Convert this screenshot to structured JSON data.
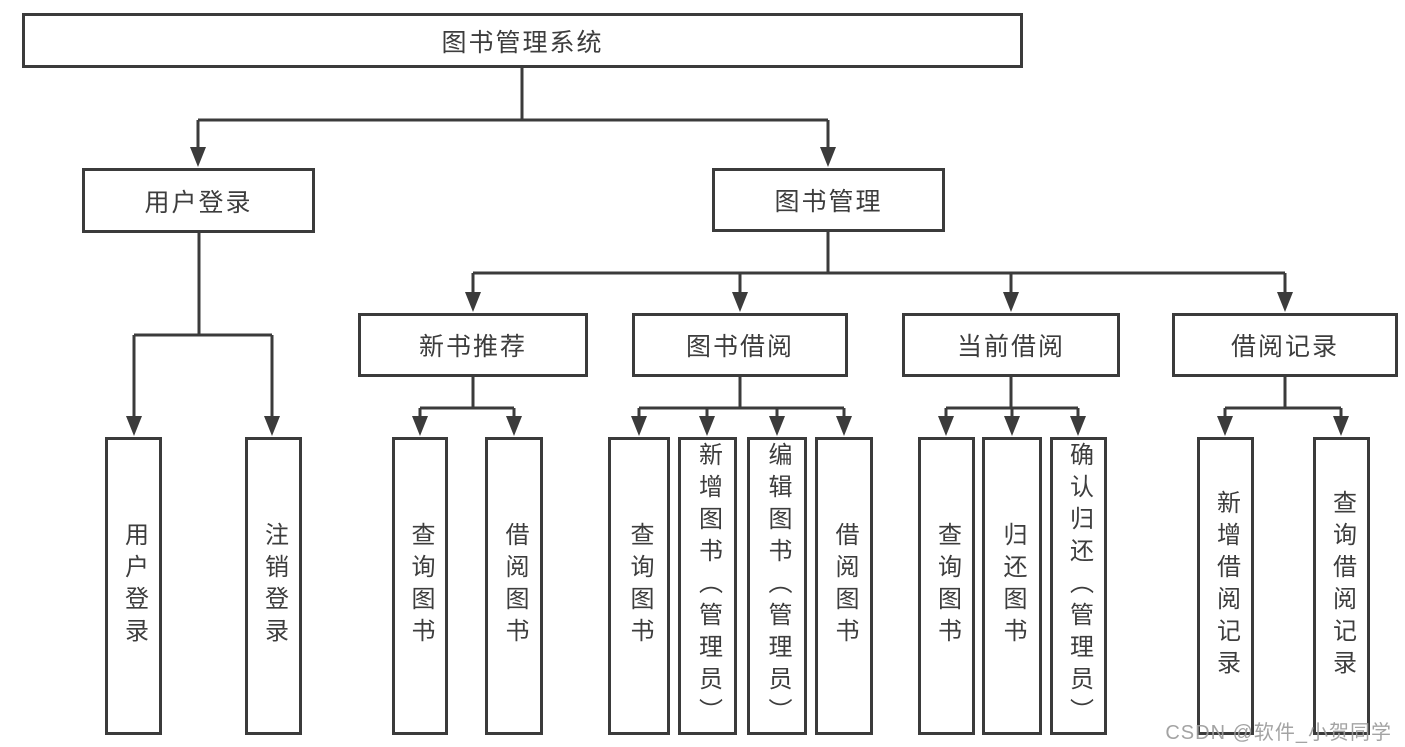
{
  "page": {
    "type": "functional-structure-diagram",
    "background": "#ffffff"
  },
  "colors": {
    "line": "#3b3b3b",
    "text": "#3d3d3d",
    "watermark": "#9c9c9c"
  },
  "tree": {
    "label": "图书管理系统",
    "children": [
      {
        "label": "用户登录",
        "children": [
          {
            "label": "用户登录"
          },
          {
            "label": "注销登录"
          }
        ]
      },
      {
        "label": "图书管理",
        "children": [
          {
            "label": "新书推荐",
            "children": [
              {
                "label": "查询图书"
              },
              {
                "label": "借阅图书"
              }
            ]
          },
          {
            "label": "图书借阅",
            "children": [
              {
                "label": "查询图书"
              },
              {
                "label": "新增图书（管理员）"
              },
              {
                "label": "编辑图书（管理员）"
              },
              {
                "label": "借阅图书"
              }
            ]
          },
          {
            "label": "当前借阅",
            "children": [
              {
                "label": "查询图书"
              },
              {
                "label": "归还图书"
              },
              {
                "label": "确认归还（管理员）"
              }
            ]
          },
          {
            "label": "借阅记录",
            "children": [
              {
                "label": "新增借阅记录"
              },
              {
                "label": "查询借阅记录"
              }
            ]
          }
        ]
      }
    ]
  },
  "watermark": {
    "text": "CSDN @软件_小贺同学"
  }
}
